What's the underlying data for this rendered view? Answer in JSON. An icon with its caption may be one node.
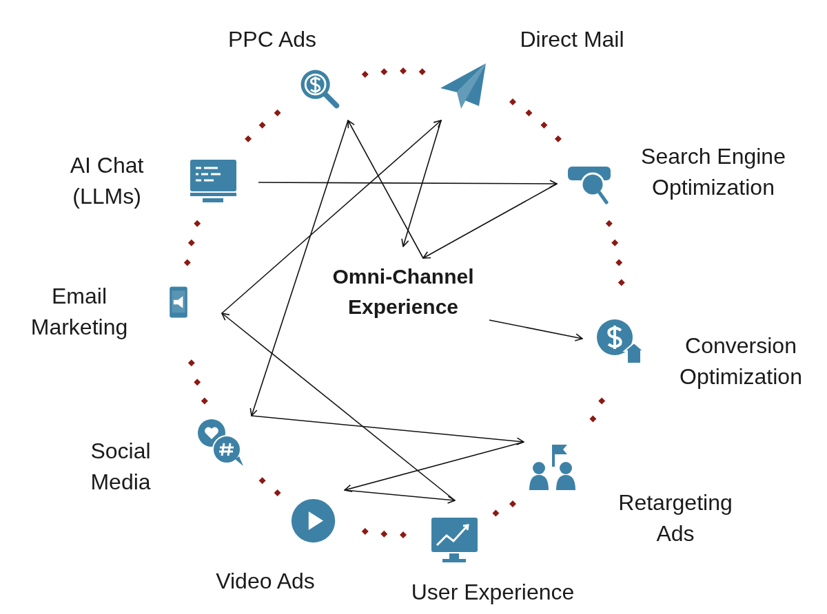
{
  "diagram": {
    "nodes": [
      {
        "text": [
          "PPC Ads"
        ]
      },
      {
        "text": [
          "Direct Mail"
        ]
      },
      {
        "text": [
          "AI Chat (LLMs)"
        ]
      },
      {
        "text": [
          "Search Engine Optimization"
        ]
      },
      {
        "text": [
          "Omni-Channel Experience"
        ]
      },
      {
        "text": [
          "Email Marketing"
        ]
      },
      {
        "text": [
          "Conversion Optimization"
        ]
      },
      {
        "text": [
          "Social Media"
        ]
      },
      {
        "text": [
          "Retargeting Ads"
        ]
      },
      {
        "text": [
          "Video Ads"
        ]
      },
      {
        "text": [
          "User Experience"
        ]
      }
    ],
    "edges": [
      {
        "from": 2,
        "to": 3,
        "arrow": "to"
      },
      {
        "from": 3,
        "to": 4,
        "arrow": "to"
      },
      {
        "from": 4,
        "to": 0,
        "arrow": "to"
      },
      {
        "from": 0,
        "to": 7,
        "arrow": "to"
      },
      {
        "from": 7,
        "to": 8,
        "arrow": "to"
      },
      {
        "from": 8,
        "to": 9,
        "arrow": "to"
      },
      {
        "from": 9,
        "to": 10,
        "arrow": "to"
      },
      {
        "from": 10,
        "to": 5,
        "arrow": "to"
      },
      {
        "from": 5,
        "to": 1,
        "arrow": "to"
      },
      {
        "from": 1,
        "to": 4,
        "arrow": "to"
      },
      {
        "from": 4,
        "to": 6,
        "arrow": "to"
      }
    ]
  }
}
